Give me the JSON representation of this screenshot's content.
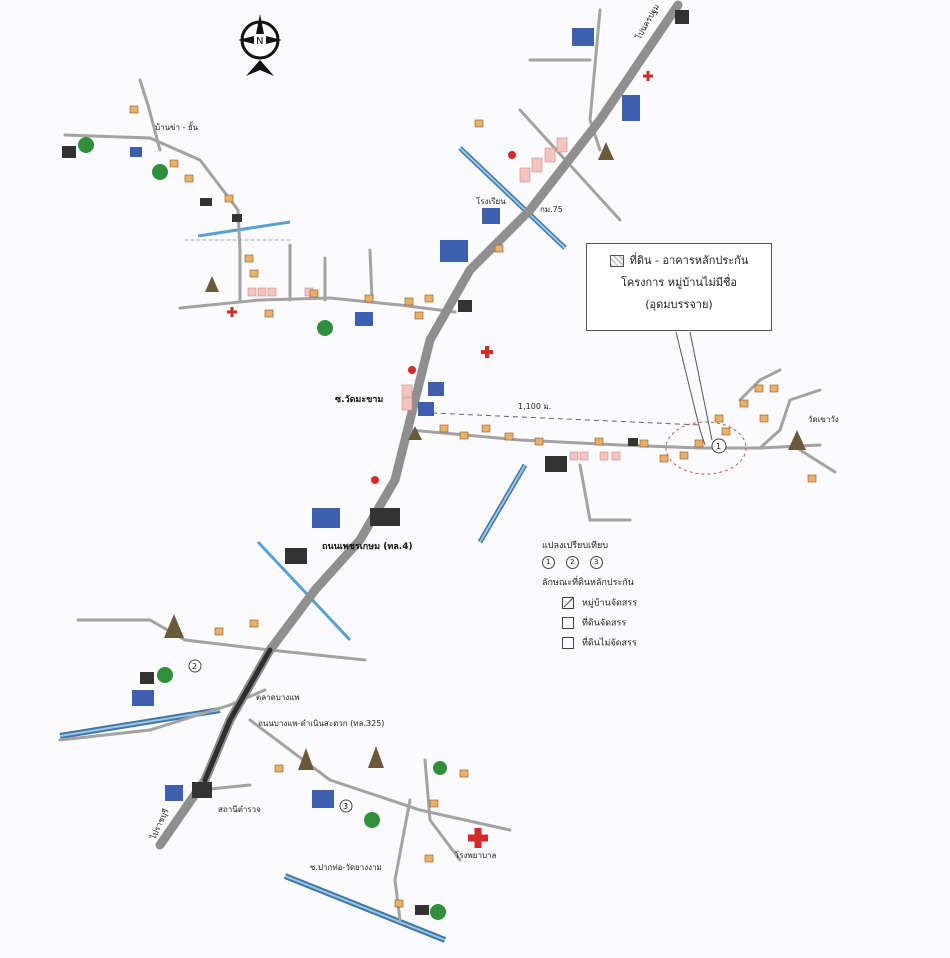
{
  "compass": {
    "north_letter": "N"
  },
  "info_box": {
    "line1": "ที่ดิน - อาคารหลักประกัน",
    "line2": "โครงการ หมู่บ้านไม่มีชื่อ",
    "line3": "(อุดมบรรจาย)"
  },
  "distance": {
    "label": "1,100 ม."
  },
  "legend": {
    "title": "แปลงเปรียบเทียบ",
    "circles": [
      "1",
      "2",
      "3"
    ],
    "subtitle": "ลักษณะที่ดินหลักประกัน",
    "items": [
      {
        "label": "หมู่บ้านจัดสรร",
        "checked": true
      },
      {
        "label": "ที่ดินจัดสรร",
        "checked": false
      },
      {
        "label": "ที่ดินไม่จัดสรร",
        "checked": false
      }
    ]
  },
  "labels": {
    "main_road": "ถนนเพชรเกษม (ทล.4)",
    "road_325": "ถนนบางแพ-ดำเนินสะดวก (ทล.325)",
    "soi_wat": "ซ.วัดมะขาม",
    "pak_tho": "ซ.ปากท่อ-วัดยางงาม",
    "ban_kha": "บ้านข่า - ยั้น",
    "ratchaburi": "ไปราชบุรี",
    "to_nakhon": "ไปนครปฐม",
    "km": "กม.75",
    "school": "โรงเรียน",
    "temple": "วัดเขาวัง",
    "hospital": "โรงพยาบาล",
    "market": "ตลาดบางแพ",
    "police": "สถานีตำรวจ",
    "ref1": "1",
    "ref2": "2",
    "ref3": "3"
  },
  "colors": {
    "highway": "#8f8f8f",
    "highway_dark": "#3a3a3a",
    "road": "#9a9a9a",
    "canal": "#3f78a8",
    "canal_light": "#7fb3d6",
    "hospital": "#d42a2a",
    "building": "#3d5fb0",
    "tree": "#2f8f3a",
    "house": "#e9b06a"
  }
}
